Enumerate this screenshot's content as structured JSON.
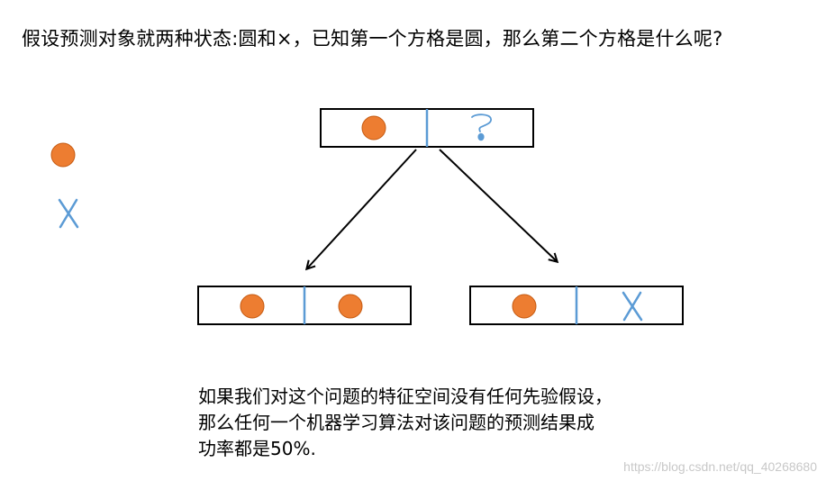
{
  "question": "假设预测对象就两种状态:圆和×，已知第一个方格是圆，那么第二个方格是什么呢?",
  "legend": {
    "states": [
      "circle",
      "cross"
    ]
  },
  "tree": {
    "root": {
      "cells": [
        "circle",
        "question-mark"
      ]
    },
    "children": [
      {
        "cells": [
          "circle",
          "circle"
        ]
      },
      {
        "cells": [
          "circle",
          "cross"
        ]
      }
    ]
  },
  "conclusion": {
    "lines": [
      "如果我们对这个问题的特征空间没有任何先验假设，",
      "那么任何一个机器学习算法对该问题的预测结果成",
      "功率都是50%."
    ]
  },
  "watermark": "https://blog.csdn.net/qq_40268680",
  "colors": {
    "circle_fill": "#ed7d31",
    "circle_stroke": "#c55a11",
    "cross": "#5b9bd5",
    "divider": "#5b9bd5",
    "box_stroke": "#000000",
    "arrow": "#000000"
  }
}
